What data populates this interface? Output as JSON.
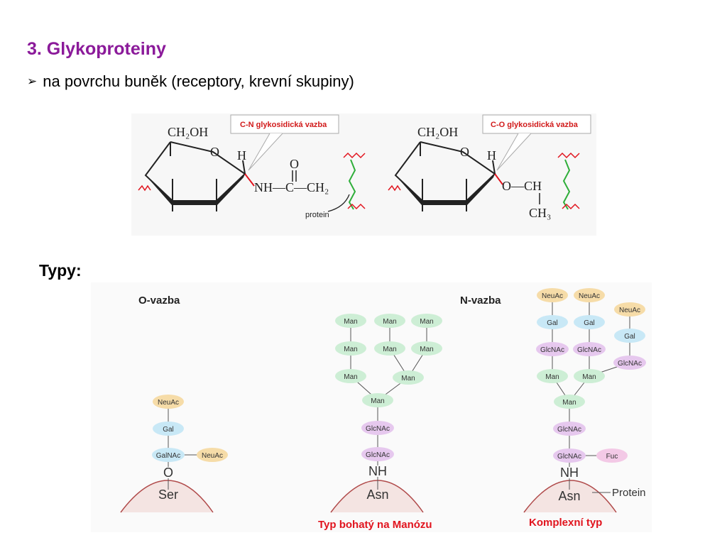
{
  "slide": {
    "title": "3. Glykoproteiny",
    "bullet": "na povrchu buněk (receptory, krevní skupiny)",
    "types_label": "Typy:"
  },
  "chem": {
    "left": {
      "ch2oh": "CH₂OH",
      "o": "O",
      "h": "H",
      "callout": "C-N glykosidická vazba",
      "chain": "NH—C—CH₂",
      "carbonyl_o": "O",
      "protein": "protein"
    },
    "right": {
      "ch2oh": "CH₂OH",
      "o": "O",
      "h": "H",
      "callout": "C-O glykosidická vazba",
      "chain": "O—CH",
      "ch3": "CH₃"
    }
  },
  "types": {
    "o_link_label": "O-vazba",
    "n_link_label": "N-vazba",
    "high_mannose_label": "Typ bohatý na Manózu",
    "complex_label": "Komplexní typ",
    "ser": "Ser",
    "asn1": "Asn",
    "asn2": "Asn",
    "o_atom": "O",
    "nh1": "NH",
    "nh2": "NH",
    "protein": "Protein",
    "sugars": {
      "neuac": "NeuAc",
      "gal": "Gal",
      "galnac": "GalNAc",
      "glcnac": "GlcNAc",
      "man": "Man",
      "fuc": "Fuc"
    }
  },
  "colors": {
    "title": "#8b1a9a",
    "neuac": "#f6dca8",
    "gal": "#c8e8f6",
    "galnac": "#c8e8f6",
    "glcnac": "#e6c8ee",
    "man": "#cdeed5",
    "fuc": "#f3c9e6",
    "cell": "#f4e4e2",
    "red": "#e1141e"
  }
}
